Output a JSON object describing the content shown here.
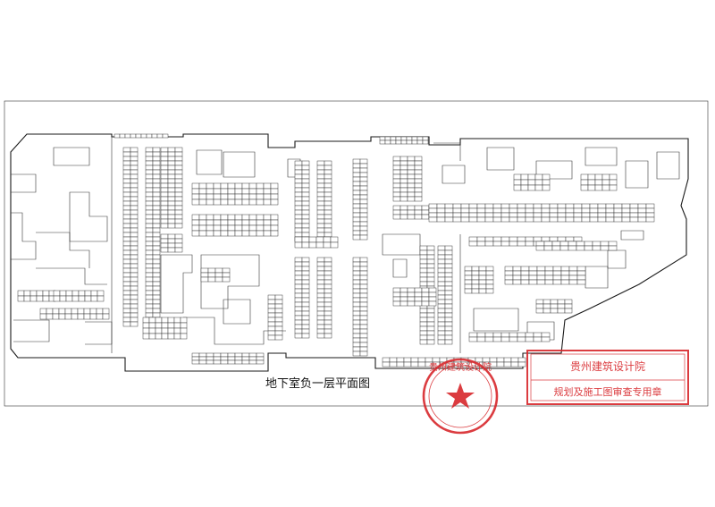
{
  "drawing": {
    "title": "地下室负一层平面图"
  },
  "seal": {
    "text": "贵州建筑设计院",
    "color": "#d8282c"
  },
  "approval_stamp": {
    "lines": [
      "贵州建筑设计院",
      "规划及施工图审查专用章"
    ],
    "color": "#d8282c"
  }
}
